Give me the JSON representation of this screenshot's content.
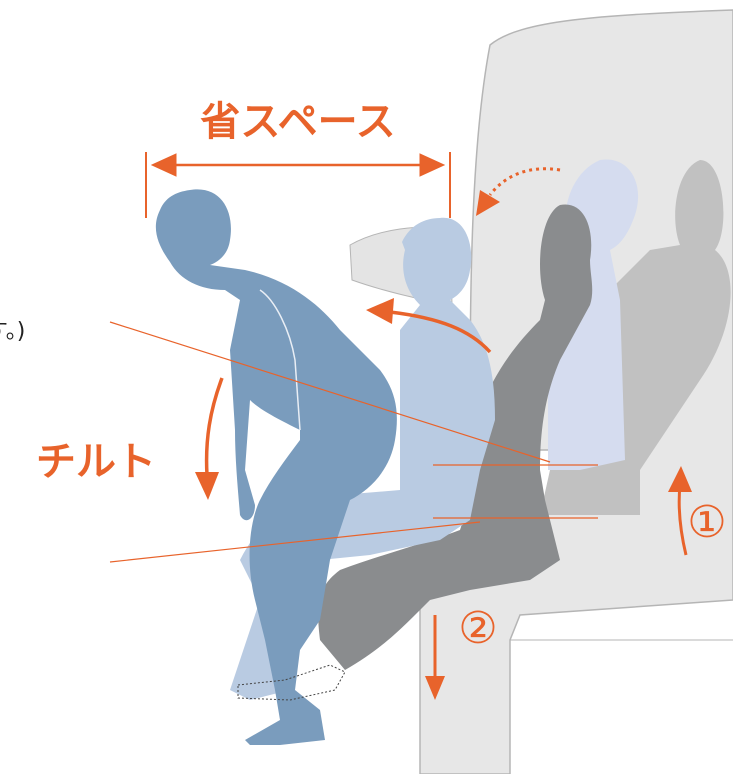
{
  "labels": {
    "space_saving": "省スペース",
    "tilt": "チルト",
    "step_1": "①",
    "step_2": "②",
    "cut_text": "す。)"
  },
  "colors": {
    "accent": "#e8632b",
    "person_dark": "#7a9cbd",
    "person_light": "#b9cbe2",
    "person_faint": "#d5dcef",
    "seat_dark": "#8a8c8e",
    "seat_light": "#c1c1c1",
    "chair_bg": "#e7e7e7",
    "chair_stroke": "#b5b5b5"
  }
}
